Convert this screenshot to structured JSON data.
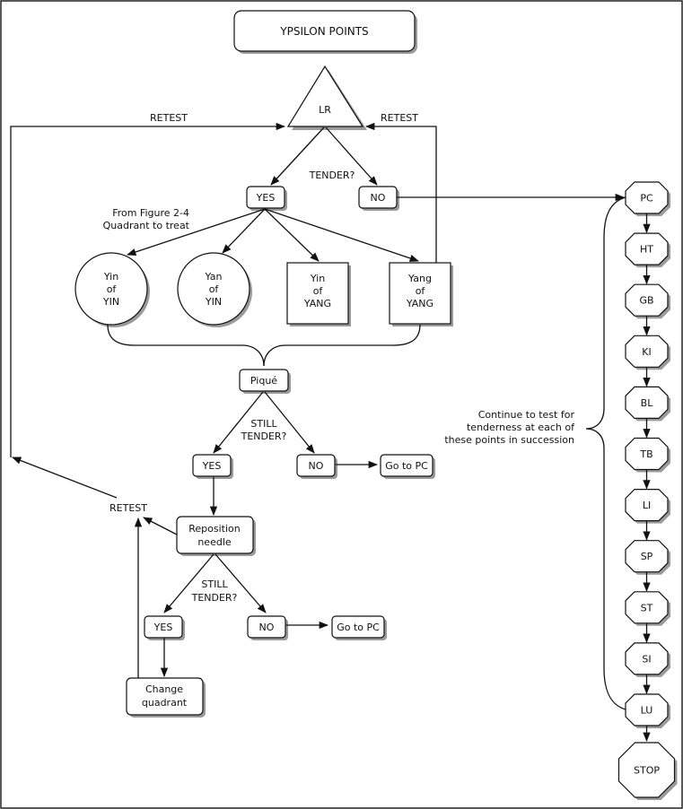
{
  "diagram": {
    "title": "YPSILON POINTS",
    "start_node": "LR",
    "question_tender": "TENDER?",
    "yes": "YES",
    "no": "NO",
    "retest": "RETEST",
    "quadrant_note": [
      "From Figure 2-4",
      "Quadrant to treat"
    ],
    "quadrants": [
      {
        "lines": [
          "Yin",
          "of",
          "YIN"
        ],
        "shape": "circle"
      },
      {
        "lines": [
          "Yan",
          "of",
          "YIN"
        ],
        "shape": "circle"
      },
      {
        "lines": [
          "Yin",
          "of",
          "YANG"
        ],
        "shape": "square"
      },
      {
        "lines": [
          "Yang",
          "of",
          "YANG"
        ],
        "shape": "square"
      }
    ],
    "pique": "Piqué",
    "still_tender": [
      "STILL",
      "TENDER?"
    ],
    "go_to_pc": "Go to PC",
    "reposition": [
      "Reposition",
      "needle"
    ],
    "change_quadrant": [
      "Change",
      "quadrant"
    ],
    "continue_note": [
      "Continue to test for",
      "tenderness at each of",
      "these points in succession"
    ],
    "sequence": [
      "PC",
      "HT",
      "GB",
      "KI",
      "BL",
      "TB",
      "LI",
      "SP",
      "ST",
      "SI",
      "LU"
    ],
    "stop": "STOP"
  }
}
